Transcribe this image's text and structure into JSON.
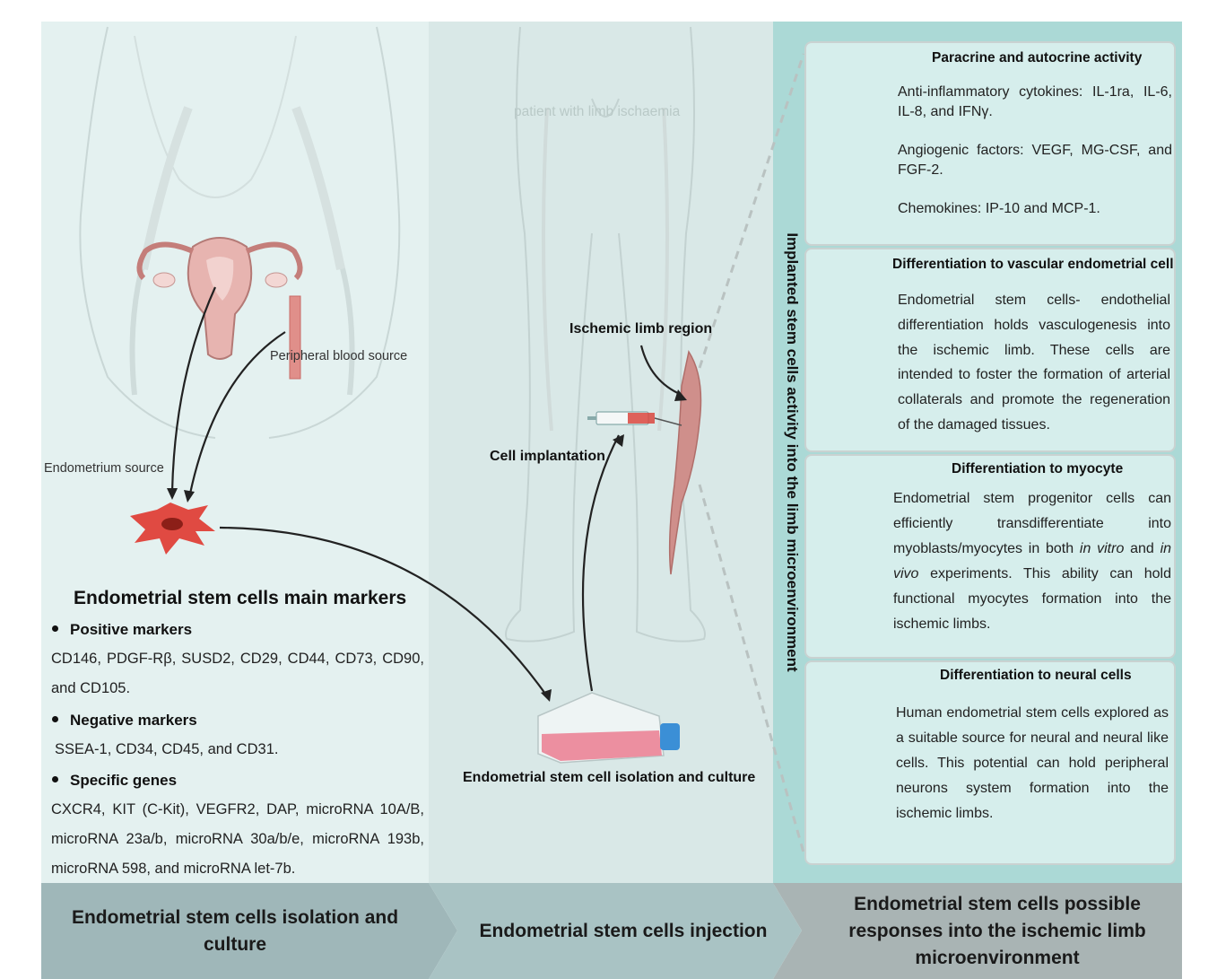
{
  "left_panel": {
    "endometrium_source": "Endometrium source",
    "peripheral_blood_source": "Peripheral blood source",
    "markers_title": "Endometrial stem cells main markers",
    "positive_heading": "Positive  markers",
    "positive_text": "CD146, PDGF-Rβ, SUSD2,  CD29, CD44, CD73, CD90, and  CD105.",
    "negative_heading": "Negative  markers",
    "negative_text": "SSEA-1, CD34, CD45, and CD31.",
    "genes_heading": "Specific  genes",
    "genes_text": "CXCR4, KIT (C-Kit), VEGFR2, DAP, microRNA 10A/B, microRNA 23a/b, microRNA 30a/b/e, microRNA 193b, microRNA 598, and microRNA let-7b."
  },
  "middle_panel": {
    "patient_label": "patient with  limb ischaemia",
    "ischemic_region": "Ischemic limb region",
    "cell_implantation": "Cell implantation",
    "isolation_culture": "Endometrial stem cell isolation and culture"
  },
  "vertical_label": "Implanted stem cells activity into the limb microenvironment",
  "boxes": [
    {
      "title": "Paracrine and autocrine activity",
      "lines": [
        "Anti-inflammatory cytokines: IL-1ra, IL-6, IL-8, and IFNγ.",
        "Angiogenic factors: VEGF, MG-CSF, and FGF-2.",
        "Chemokines:  IP-10  and  MCP-1."
      ]
    },
    {
      "title": "Differentiation to vascular endometrial cell",
      "text": "Endometrial stem cells- endothelial differentiation holds vasculogenesis into the ischemic limb. These cells are intended to foster the formation of arterial collaterals and promote the regeneration of the damaged tissues."
    },
    {
      "title": "Differentiation to myocyte",
      "text_before": "Endometrial stem progenitor cells can efficiently transdifferentiate into myoblasts/myocytes in both ",
      "italic1": "in vitro",
      "text_mid": " and ",
      "italic2": "in vivo",
      "text_after": " experiments. This ability can hold functional myocytes formation into the ischemic limbs."
    },
    {
      "title": "Differentiation to neural cells",
      "text": "Human endometrial stem cells explored as a suitable source for neural and neural like cells. This potential can hold peripheral neurons system formation into the ischemic limbs."
    }
  ],
  "footer": {
    "left": "Endometrial stem cells isolation and culture",
    "middle": "Endometrial stem cells injection",
    "right": "Endometrial stem cells possible responses into the ischemic limb microenvironment"
  },
  "colors": {
    "left_bg": "#e4f1f0",
    "middle_bg": "#d8e9e7",
    "right_bg": "#a9d8d5",
    "box_bg": "#d6eeec",
    "footer_left": "#9fb7b9",
    "footer_mid": "#a9c3c4",
    "footer_right": "#a9b5b5",
    "cell_red": "#e04a42",
    "flask_pink": "#ec8fa0",
    "cap_blue": "#3b8fd6"
  }
}
